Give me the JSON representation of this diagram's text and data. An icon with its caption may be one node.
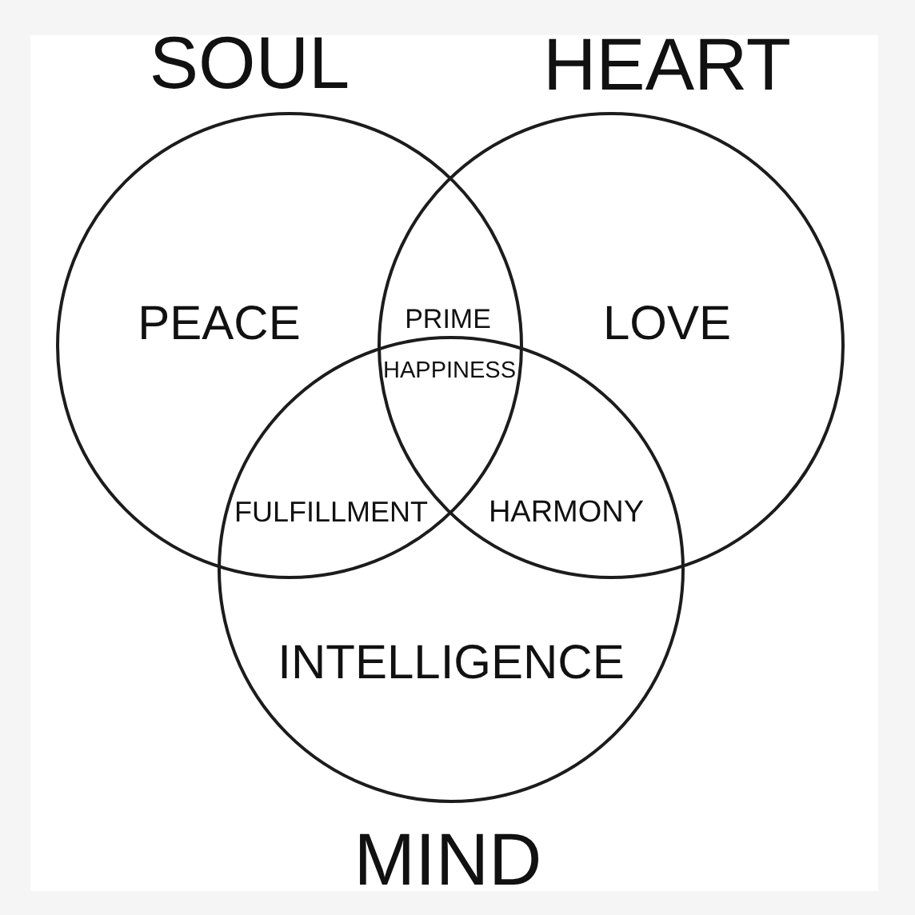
{
  "diagram": {
    "nodes": [
      {
        "text": [
          "SOUL",
          "PEACE"
        ]
      },
      {
        "text": [
          "HEART",
          "LOVE"
        ]
      },
      {
        "text": [
          "INTELLIGENCE",
          "MIND"
        ]
      }
    ],
    "labels": [
      "PRIME",
      "HAPPINESS",
      "FULFILLMENT",
      "HARMONY"
    ]
  }
}
